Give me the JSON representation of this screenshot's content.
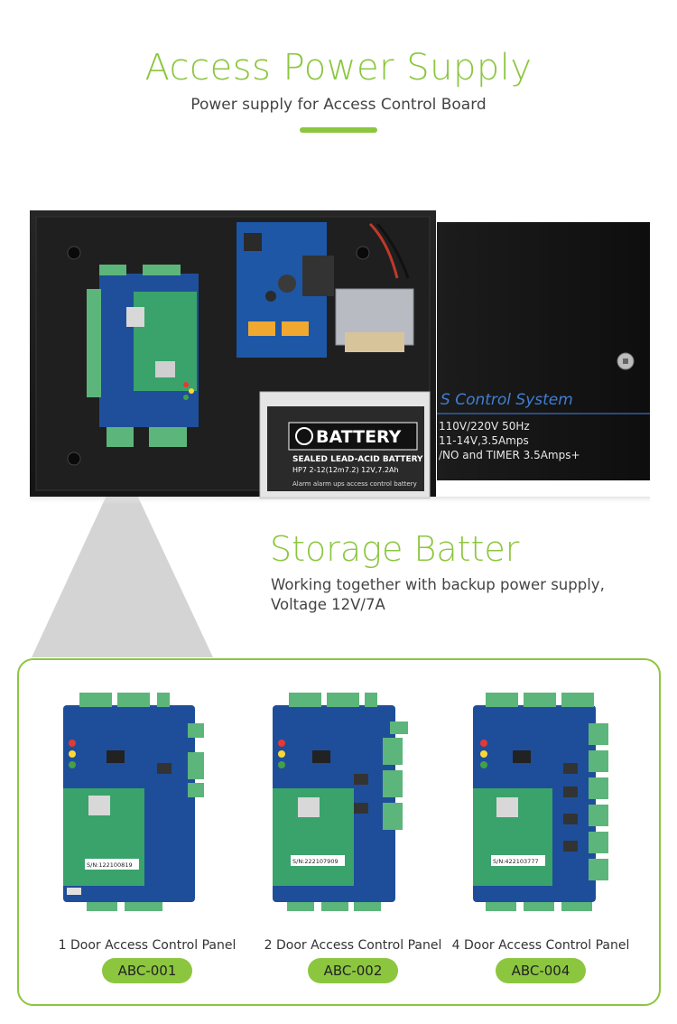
{
  "header": {
    "title": "Access Power Supply",
    "subtitle": "Power supply for Access Control Board"
  },
  "hero": {
    "battery_brand": "BATTERY",
    "battery_type": "SEALED LEAD-ACID BATTERY",
    "battery_spec": "HP7 2-12(12m7.2)  12V,7.2Ah",
    "battery_note": "Alarm alarm ups access control battery",
    "lid_title": "S Control System",
    "lid_line1": "110V/220V  50Hz",
    "lid_line2": "11-14V,3.5Amps",
    "lid_line3": "/NO and TIMER 3.5Amps+"
  },
  "storage": {
    "title": "Storage Batter",
    "desc_line1": "Working together with backup power supply,",
    "desc_line2": "Voltage 12V/7A"
  },
  "products": [
    {
      "label": "1 Door Access Control Panel",
      "code": "ABC-001",
      "sn": "S/N:122100819"
    },
    {
      "label": "2 Door Access Control Panel",
      "code": "ABC-002",
      "sn": "S/N:222107909"
    },
    {
      "label": "4 Door Access Control Panel",
      "code": "ABC-004",
      "sn": "S/N:422103777"
    }
  ],
  "colors": {
    "accent": "#8cc63f",
    "board_blue": "#1f4f9a",
    "terminal_green": "#5cb57a",
    "case_black": "#1b1b1b"
  }
}
